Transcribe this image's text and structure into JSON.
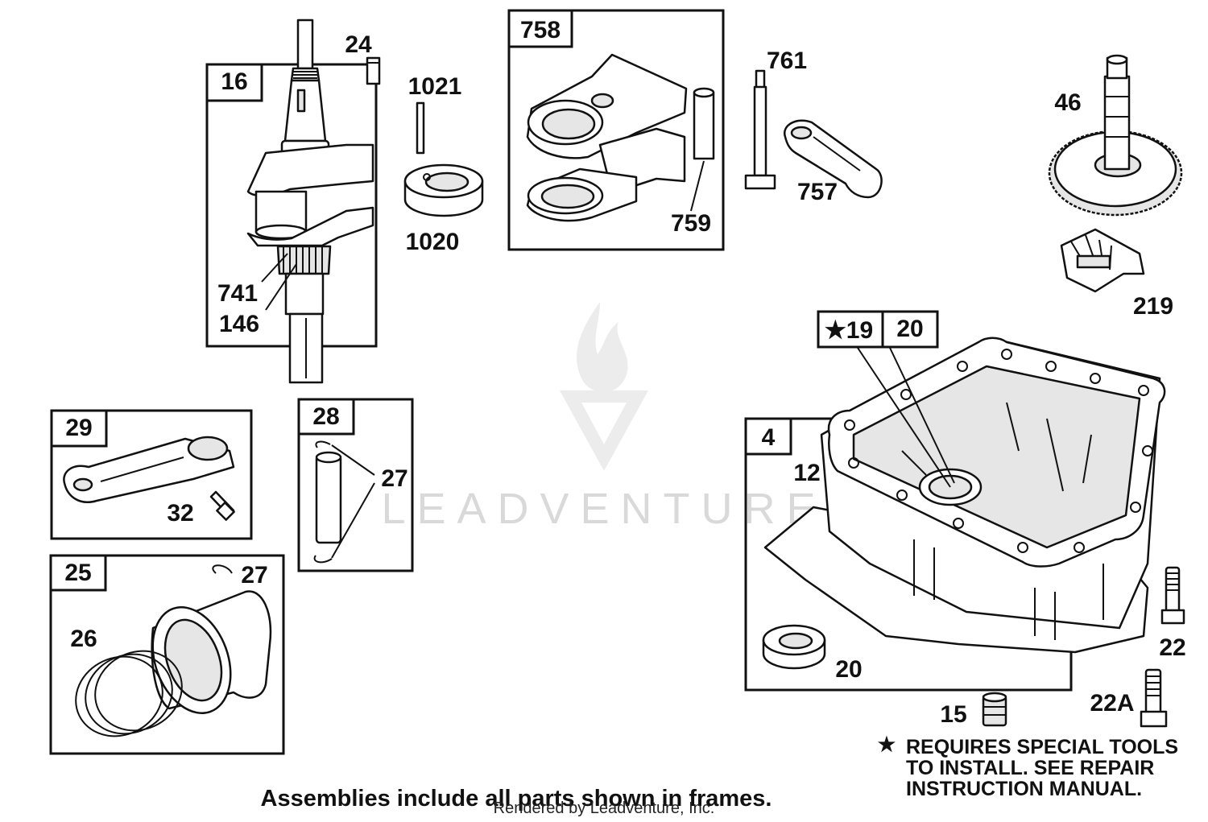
{
  "frames": {
    "f16": "16",
    "f758": "758",
    "f29": "29",
    "f28": "28",
    "f25": "25",
    "f4": "4",
    "f19": "★19",
    "f20": "20"
  },
  "labels": {
    "l24": "24",
    "l1021": "1021",
    "l1020": "1020",
    "l741": "741",
    "l146": "146",
    "l759": "759",
    "l761": "761",
    "l757": "757",
    "l46": "46",
    "l219": "219",
    "l12": "12",
    "l20b": "20",
    "l22": "22",
    "l22a": "22A",
    "l15": "15",
    "l32": "32",
    "l27a": "27",
    "l27b": "27",
    "l26": "26"
  },
  "note": {
    "star": "★",
    "line1": "REQUIRES SPECIAL TOOLS",
    "line2": "TO INSTALL.  SEE REPAIR",
    "line3": "INSTRUCTION MANUAL."
  },
  "footer": {
    "assemblies": "Assemblies include all parts shown in frames.",
    "credit": "Rendered by Leadventure, Inc."
  },
  "watermark": "LEADVENTURE"
}
